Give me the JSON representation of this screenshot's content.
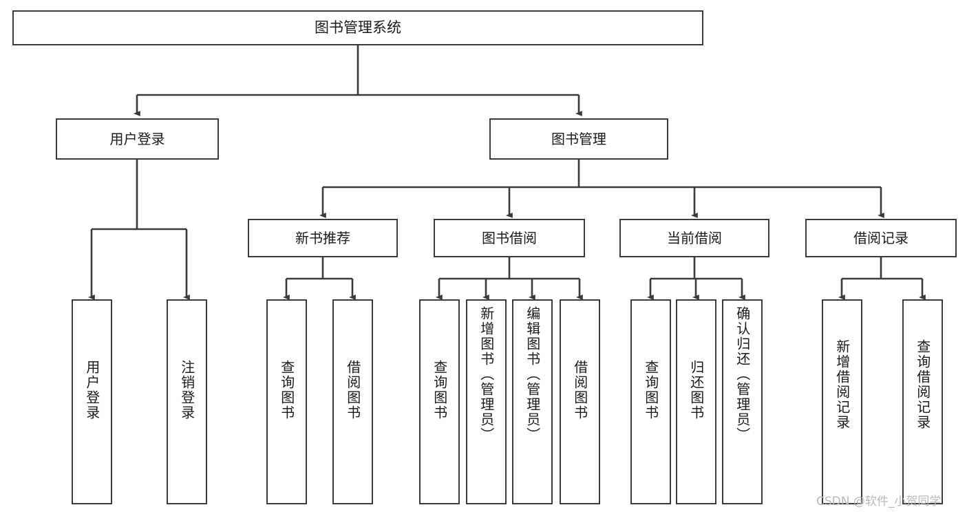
{
  "diagram": {
    "title": "图书管理系统",
    "watermark": "CSDN @软件_小贺同学",
    "line_color": "#3a3a3a",
    "box_fill": "#ffffff",
    "text_color": "#1a1a1a",
    "watermark_color": "#b9b9b9"
  },
  "root": {
    "label": "图书管理系统"
  },
  "level2": [
    {
      "label": "用户登录"
    },
    {
      "label": "图书管理"
    }
  ],
  "level3": [
    {
      "label": "新书推荐"
    },
    {
      "label": "图书借阅"
    },
    {
      "label": "当前借阅"
    },
    {
      "label": "借阅记录"
    }
  ],
  "leaves": {
    "user_login": [
      {
        "label": "用户登录"
      },
      {
        "label": "注销登录"
      }
    ],
    "new_book_recommend": [
      {
        "label": "查询图书"
      },
      {
        "label": "借阅图书"
      }
    ],
    "book_borrow": [
      {
        "label": "查询图书"
      },
      {
        "label": "新增图书（管理员）"
      },
      {
        "label": "编辑图书（管理员）"
      },
      {
        "label": "借阅图书"
      }
    ],
    "current_borrow": [
      {
        "label": "查询图书"
      },
      {
        "label": "归还图书"
      },
      {
        "label": "确认归还（管理员）"
      }
    ],
    "borrow_record": [
      {
        "label": "新增借阅记录"
      },
      {
        "label": "查询借阅记录"
      }
    ]
  },
  "chart_data": {
    "type": "tree",
    "title": "图书管理系统",
    "orientation": "top-down",
    "nodes": [
      {
        "id": "root",
        "label": "图书管理系统",
        "level": 0,
        "parent": null
      },
      {
        "id": "user-login",
        "label": "用户登录",
        "level": 1,
        "parent": "root"
      },
      {
        "id": "book-manage",
        "label": "图书管理",
        "level": 1,
        "parent": "root"
      },
      {
        "id": "new-book",
        "label": "新书推荐",
        "level": 2,
        "parent": "book-manage"
      },
      {
        "id": "book-borrow",
        "label": "图书借阅",
        "level": 2,
        "parent": "book-manage"
      },
      {
        "id": "current-borrow",
        "label": "当前借阅",
        "level": 2,
        "parent": "book-manage"
      },
      {
        "id": "borrow-record",
        "label": "借阅记录",
        "level": 2,
        "parent": "book-manage"
      },
      {
        "id": "l-user-login",
        "label": "用户登录",
        "level": 2,
        "parent": "user-login"
      },
      {
        "id": "l-logout",
        "label": "注销登录",
        "level": 2,
        "parent": "user-login"
      },
      {
        "id": "l-nb-query",
        "label": "查询图书",
        "level": 3,
        "parent": "new-book"
      },
      {
        "id": "l-nb-borrow",
        "label": "借阅图书",
        "level": 3,
        "parent": "new-book"
      },
      {
        "id": "l-bb-query",
        "label": "查询图书",
        "level": 3,
        "parent": "book-borrow"
      },
      {
        "id": "l-bb-add",
        "label": "新增图书（管理员）",
        "level": 3,
        "parent": "book-borrow"
      },
      {
        "id": "l-bb-edit",
        "label": "编辑图书（管理员）",
        "level": 3,
        "parent": "book-borrow"
      },
      {
        "id": "l-bb-borrow",
        "label": "借阅图书",
        "level": 3,
        "parent": "book-borrow"
      },
      {
        "id": "l-cb-query",
        "label": "查询图书",
        "level": 3,
        "parent": "current-borrow"
      },
      {
        "id": "l-cb-return",
        "label": "归还图书",
        "level": 3,
        "parent": "current-borrow"
      },
      {
        "id": "l-cb-confirm",
        "label": "确认归还（管理员）",
        "level": 3,
        "parent": "current-borrow"
      },
      {
        "id": "l-br-add",
        "label": "新增借阅记录",
        "level": 3,
        "parent": "borrow-record"
      },
      {
        "id": "l-br-query",
        "label": "查询借阅记录",
        "level": 3,
        "parent": "borrow-record"
      }
    ]
  }
}
